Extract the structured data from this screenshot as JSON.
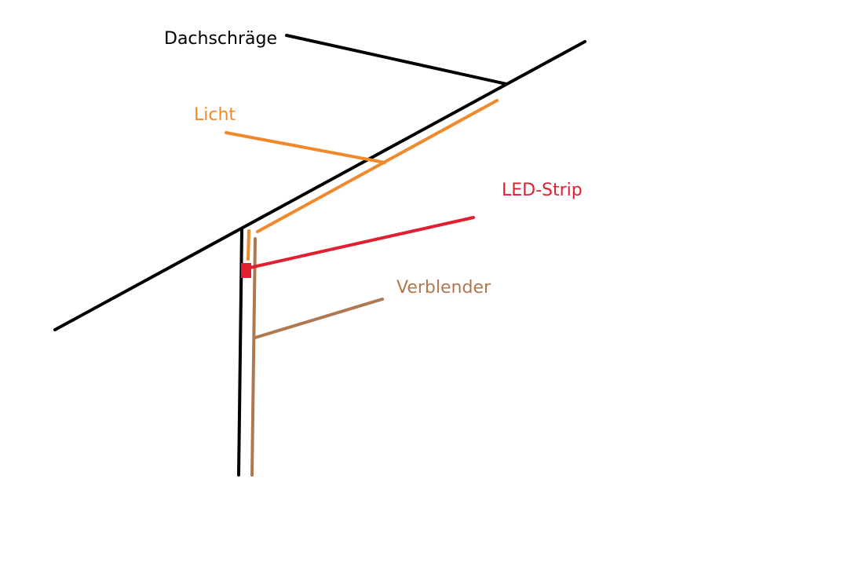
{
  "labels": {
    "roof": "Dachschräge",
    "light": "Licht",
    "led": "LED-Strip",
    "cover": "Verblender"
  },
  "colors": {
    "roof": "#000000",
    "light": "#f0882c",
    "led": "#e02030",
    "cover": "#b07850"
  }
}
